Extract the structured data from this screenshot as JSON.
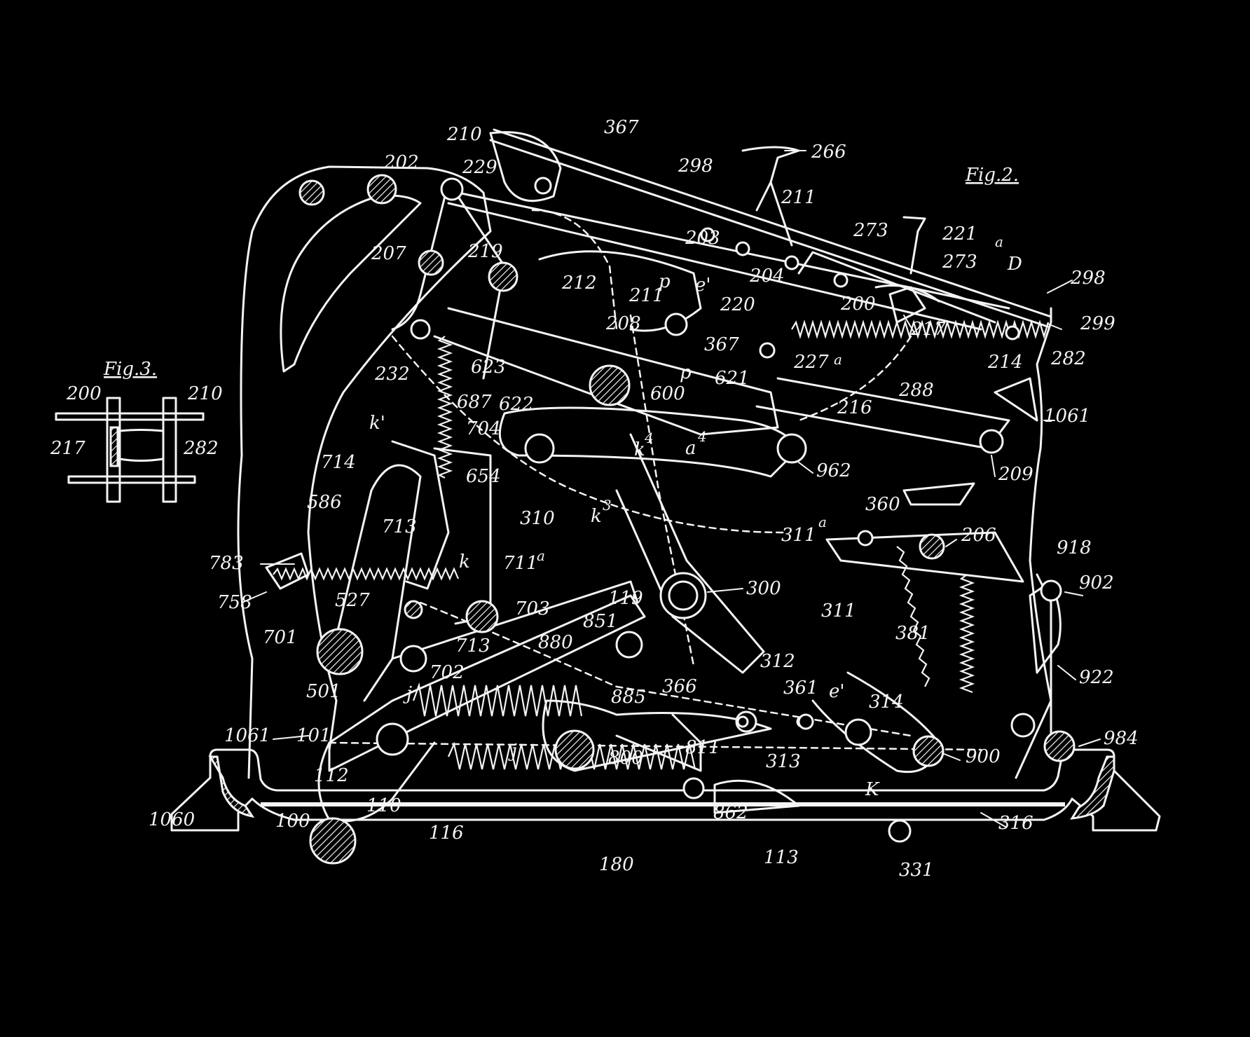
{
  "figures": {
    "fig2": "Fig.2.",
    "fig3": "Fig.3."
  },
  "fig3_labels": {
    "l200": "200",
    "l210": "210",
    "l217": "217",
    "l282": "282"
  },
  "reference_numerals": {
    "n210": "210",
    "n367a": "367",
    "n266": "266",
    "n298a": "298",
    "n202": "202",
    "n229": "229",
    "n211a": "211",
    "n273": "273",
    "n221": "221",
    "n273a": "273",
    "sup_a": "a",
    "n_D": "D",
    "n298b": "298",
    "n299": "299",
    "n207": "207",
    "n219": "219",
    "n212": "212",
    "n211b": "211",
    "n_p1": "p",
    "n203": "203",
    "n204": "204",
    "n_e1": "e'",
    "n220": "220",
    "n200": "200",
    "n217": "217",
    "n208": "208",
    "n367b": "367",
    "n_p2": "p",
    "n621": "621",
    "n232": "232",
    "n623": "623",
    "n227a": "227",
    "sup_a2": "a",
    "n214": "214",
    "n282": "282",
    "n288": "288",
    "n622": "622",
    "n600": "600",
    "n687": "687",
    "n216": "216",
    "n1061a": "1061",
    "n_k1": "k'",
    "n704": "704",
    "n_k4": "k",
    "sup_4": "4",
    "n_a4": "a",
    "sup_4b": "4",
    "n962": "962",
    "n714": "714",
    "n654": "654",
    "n209": "209",
    "n586": "586",
    "n310": "310",
    "n_k3": "k",
    "sup_3": "3",
    "n360": "360",
    "n311a": "311",
    "sup_a3": "a",
    "n206": "206",
    "n713a": "713",
    "n_k": "k",
    "n711a": "711",
    "sup_a4": "a",
    "n918": "918",
    "n783": "783",
    "n300": "300",
    "n902": "902",
    "n758": "758",
    "n527": "527",
    "n703": "703",
    "n311": "311",
    "n119": "119",
    "n381": "381",
    "n851": "851",
    "n701": "701",
    "n713b": "713",
    "n880": "880",
    "n922": "922",
    "n702": "702",
    "n312": "312",
    "n501": "501",
    "n366": "366",
    "n361": "361",
    "n_e2": "e'",
    "n314": "314",
    "n885": "885",
    "n_j1": "j",
    "n101": "101",
    "n1061b": "1061",
    "n_j2": "j",
    "n800": "800",
    "n811": "811",
    "n313": "313",
    "n900": "900",
    "n984": "984",
    "n112": "112",
    "n_K": "K",
    "n110": "110",
    "n1060": "1060",
    "n100": "100",
    "n116": "116",
    "n862": "862",
    "n316": "316",
    "n180": "180",
    "n113": "113",
    "n331": "331"
  },
  "colors": {
    "background": "#000000",
    "line": "#f4f4f4"
  }
}
